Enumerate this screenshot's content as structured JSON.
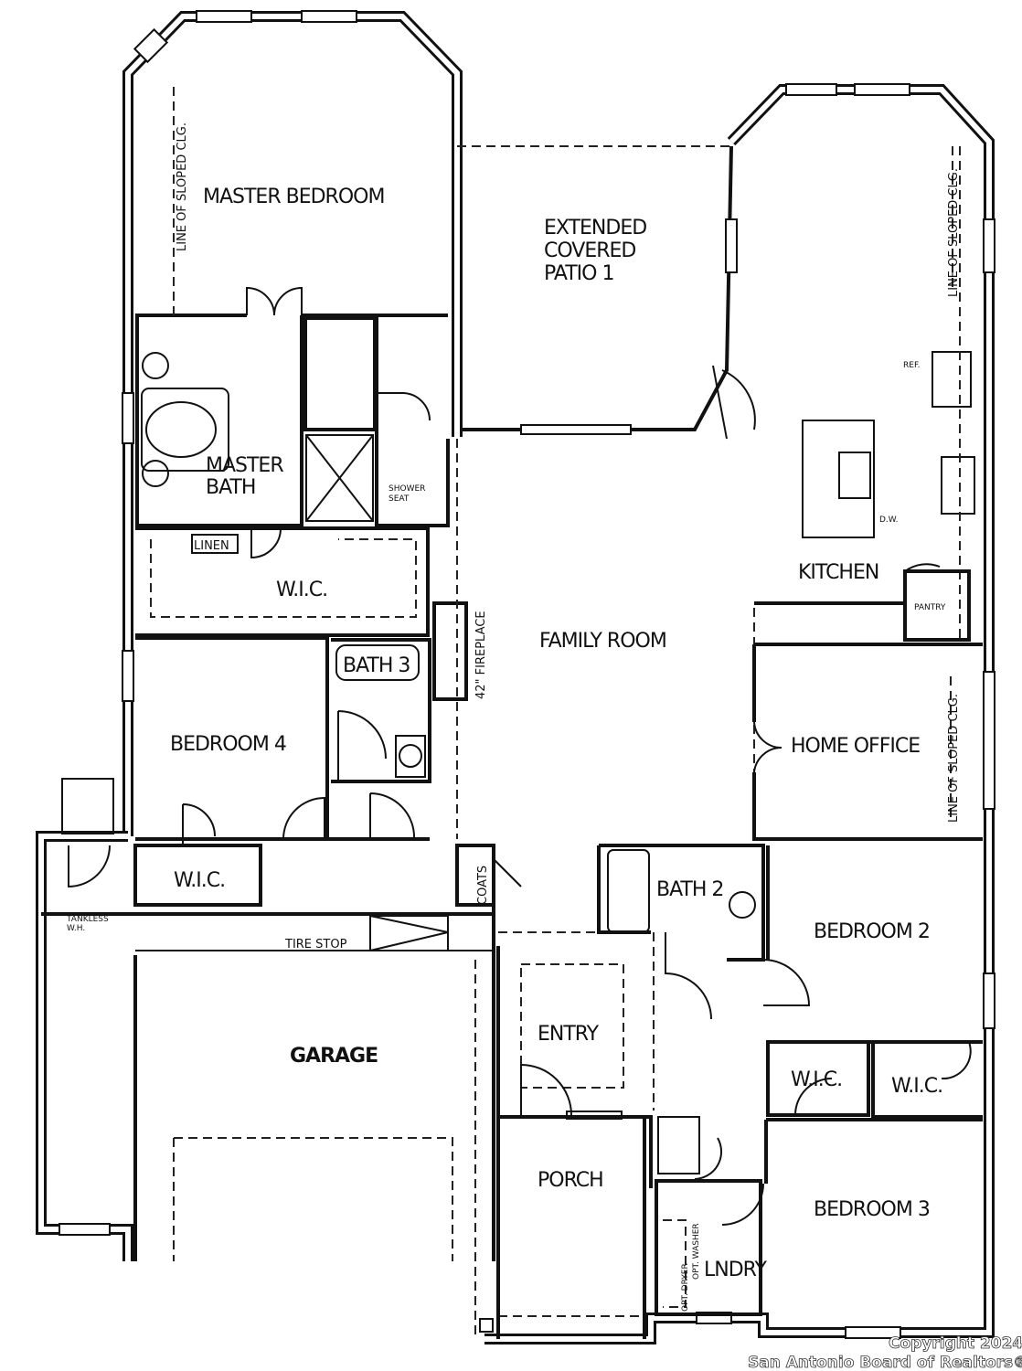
{
  "rooms": {
    "master_bedroom": "MASTER BEDROOM",
    "extended_patio_1": "EXTENDED",
    "extended_patio_2": "COVERED",
    "extended_patio_3": "PATIO 1",
    "master_bath_1": "MASTER",
    "master_bath_2": "BATH",
    "linen": "LINEN",
    "wic_master": "W.I.C.",
    "family_room": "FAMILY ROOM",
    "kitchen": "KITCHEN",
    "pantry": "PANTRY",
    "bath3": "BATH 3",
    "bedroom4": "BEDROOM 4",
    "home_office": "HOME OFFICE",
    "wic_garage": "W.I.C.",
    "coats": "COATS",
    "bath2": "BATH 2",
    "bedroom2": "BEDROOM 2",
    "garage": "GARAGE",
    "entry": "ENTRY",
    "wic_b2": "W.I.C.",
    "wic_b3": "W.I.C.",
    "porch": "PORCH",
    "bedroom3": "BEDROOM 3",
    "laundry": "LNDRY"
  },
  "annotations": {
    "sloped_clg_master": "LINE OF SLOPED CLG.",
    "sloped_clg_kitchen": "LINE OF SLOPED CLG.",
    "sloped_clg_office": "LINE OF SLOPED CLG.",
    "shower_seat_1": "SHOWER",
    "shower_seat_2": "SEAT",
    "fireplace": "42\" FIREPLACE",
    "ref": "REF.",
    "dw": "D.W.",
    "tankless_1": "TANKLESS",
    "tankless_2": "W.H.",
    "tire_stop": "TIRE  STOP",
    "opt_washer": "OPT. WASHER",
    "opt_dryer": "OPT. DRYER"
  },
  "watermark": {
    "line1": "Copyright 2024",
    "line2": "San Antonio Board of Realtors®"
  }
}
